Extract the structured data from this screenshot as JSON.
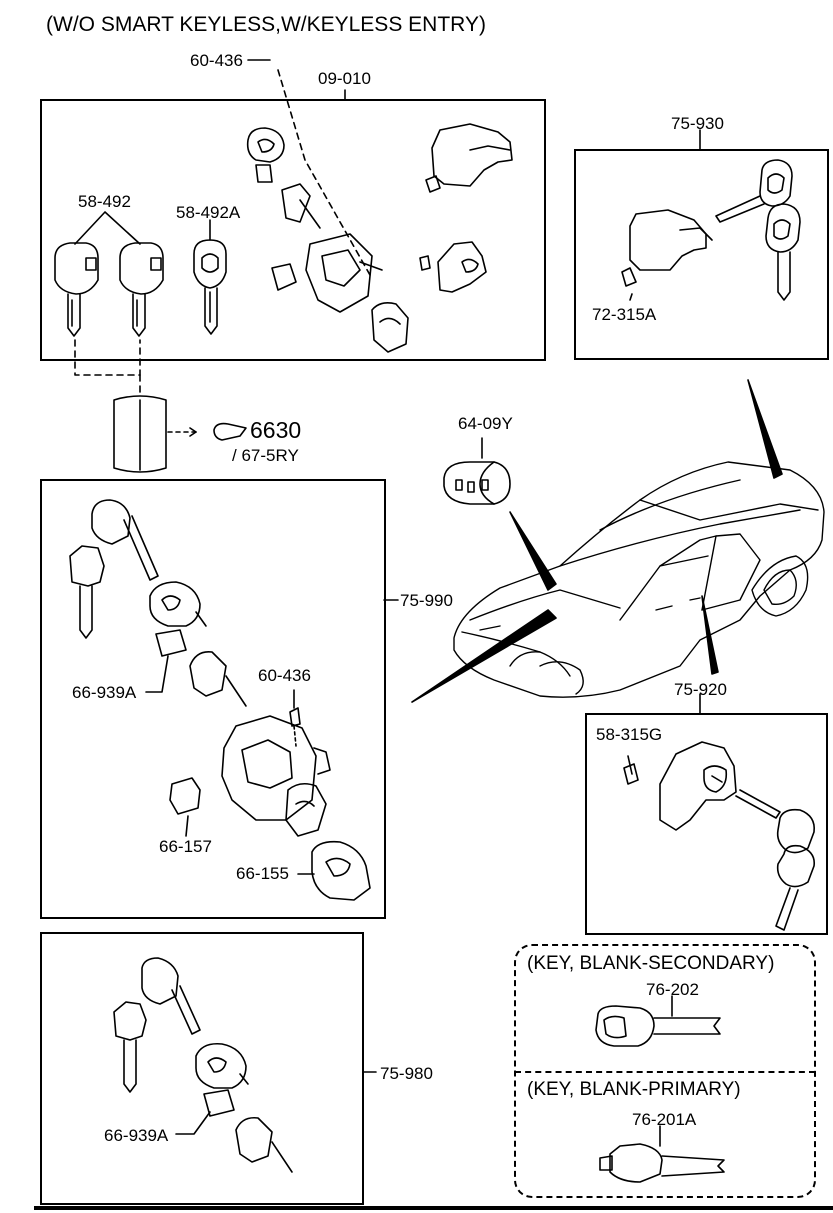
{
  "title": "(W/O SMART KEYLESS,W/KEYLESS ENTRY)",
  "labels": {
    "p60_436_top": "60-436",
    "p09_010": "09-010",
    "p58_492": "58-492",
    "p58_492A": "58-492A",
    "p75_930": "75-930",
    "p72_315A": "72-315A",
    "p64_09Y": "64-09Y",
    "p75_990": "75-990",
    "p66_939A_a": "66-939A",
    "p60_436_mid": "60-436",
    "p66_157": "66-157",
    "p66_155": "66-155",
    "p75_920": "75-920",
    "p58_315G": "58-315G",
    "p75_980": "75-980",
    "p66_939A_b": "66-939A",
    "p76_202": "76-202",
    "p76_201A": "76-201A"
  },
  "reference": {
    "page": "6630",
    "section": "/ 67-5RY"
  },
  "captions": {
    "secondary": "(KEY, BLANK-SECONDARY)",
    "primary": "(KEY, BLANK-PRIMARY)"
  }
}
